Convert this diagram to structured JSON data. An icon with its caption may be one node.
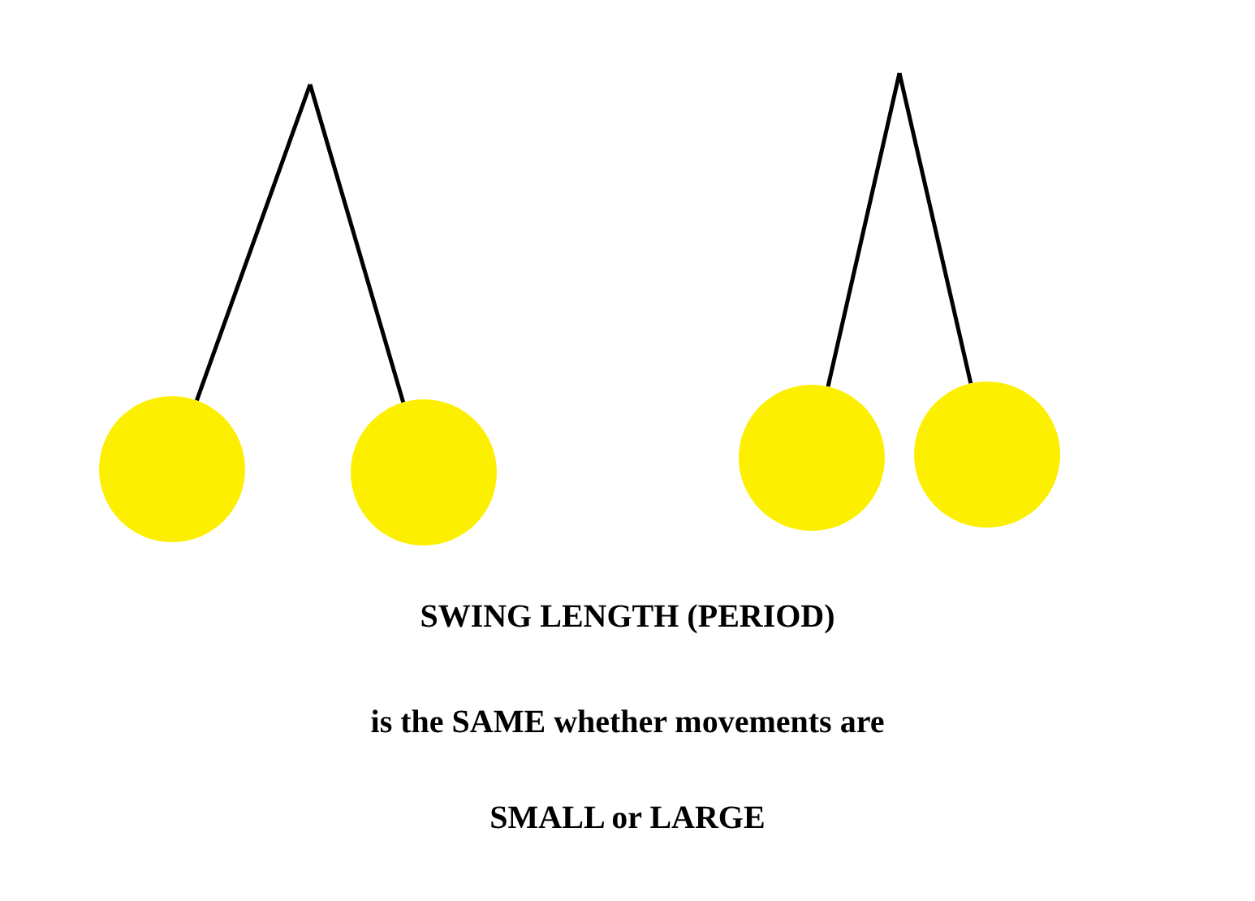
{
  "diagram": {
    "nodes": [
      {
        "text": [],
        "shape": "circle"
      },
      {
        "text": [],
        "shape": "circle"
      },
      {
        "text": [],
        "shape": "circle"
      },
      {
        "text": [],
        "shape": "circle"
      }
    ],
    "edges": [
      {
        "from": null,
        "to": 0,
        "arrow": "none"
      },
      {
        "from": null,
        "to": 1,
        "arrow": "none"
      },
      {
        "from": null,
        "to": 2,
        "arrow": "none"
      },
      {
        "from": null,
        "to": 3,
        "arrow": "none"
      }
    ],
    "labels": [
      "SWING LENGTH (PERIOD)",
      "is the SAME whether movements are",
      "SMALL or LARGE"
    ]
  }
}
